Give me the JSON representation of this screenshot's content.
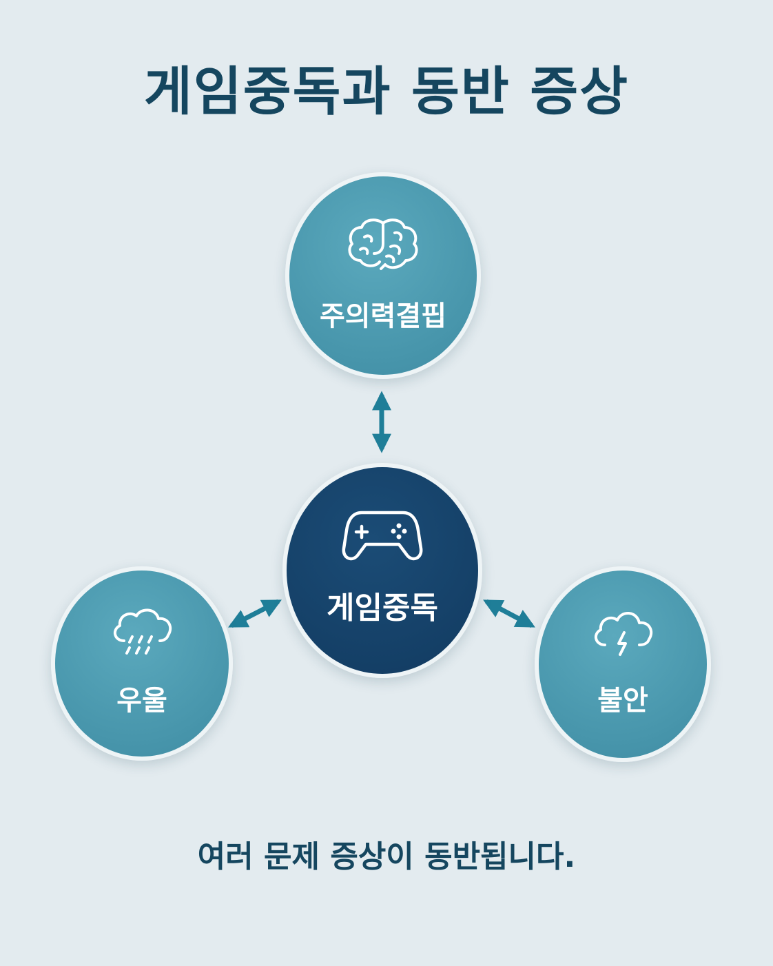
{
  "title": "게임중독과 동반 증상",
  "center_node": {
    "label": "게임중독",
    "icon": "gamepad-icon"
  },
  "nodes": {
    "attention": {
      "label": "주의력결핍",
      "icon": "brain-icon"
    },
    "depression": {
      "label": "우울",
      "icon": "rain-cloud-icon"
    },
    "anxiety": {
      "label": "불안",
      "icon": "storm-cloud-icon"
    }
  },
  "footer": "여러 문제 증상이 동반됩니다.",
  "colors": {
    "background": "#e3ebef",
    "title": "#15465f",
    "satellite_fill": "#4795ab",
    "center_fill": "#143f66",
    "arrow": "#1f7e98"
  }
}
